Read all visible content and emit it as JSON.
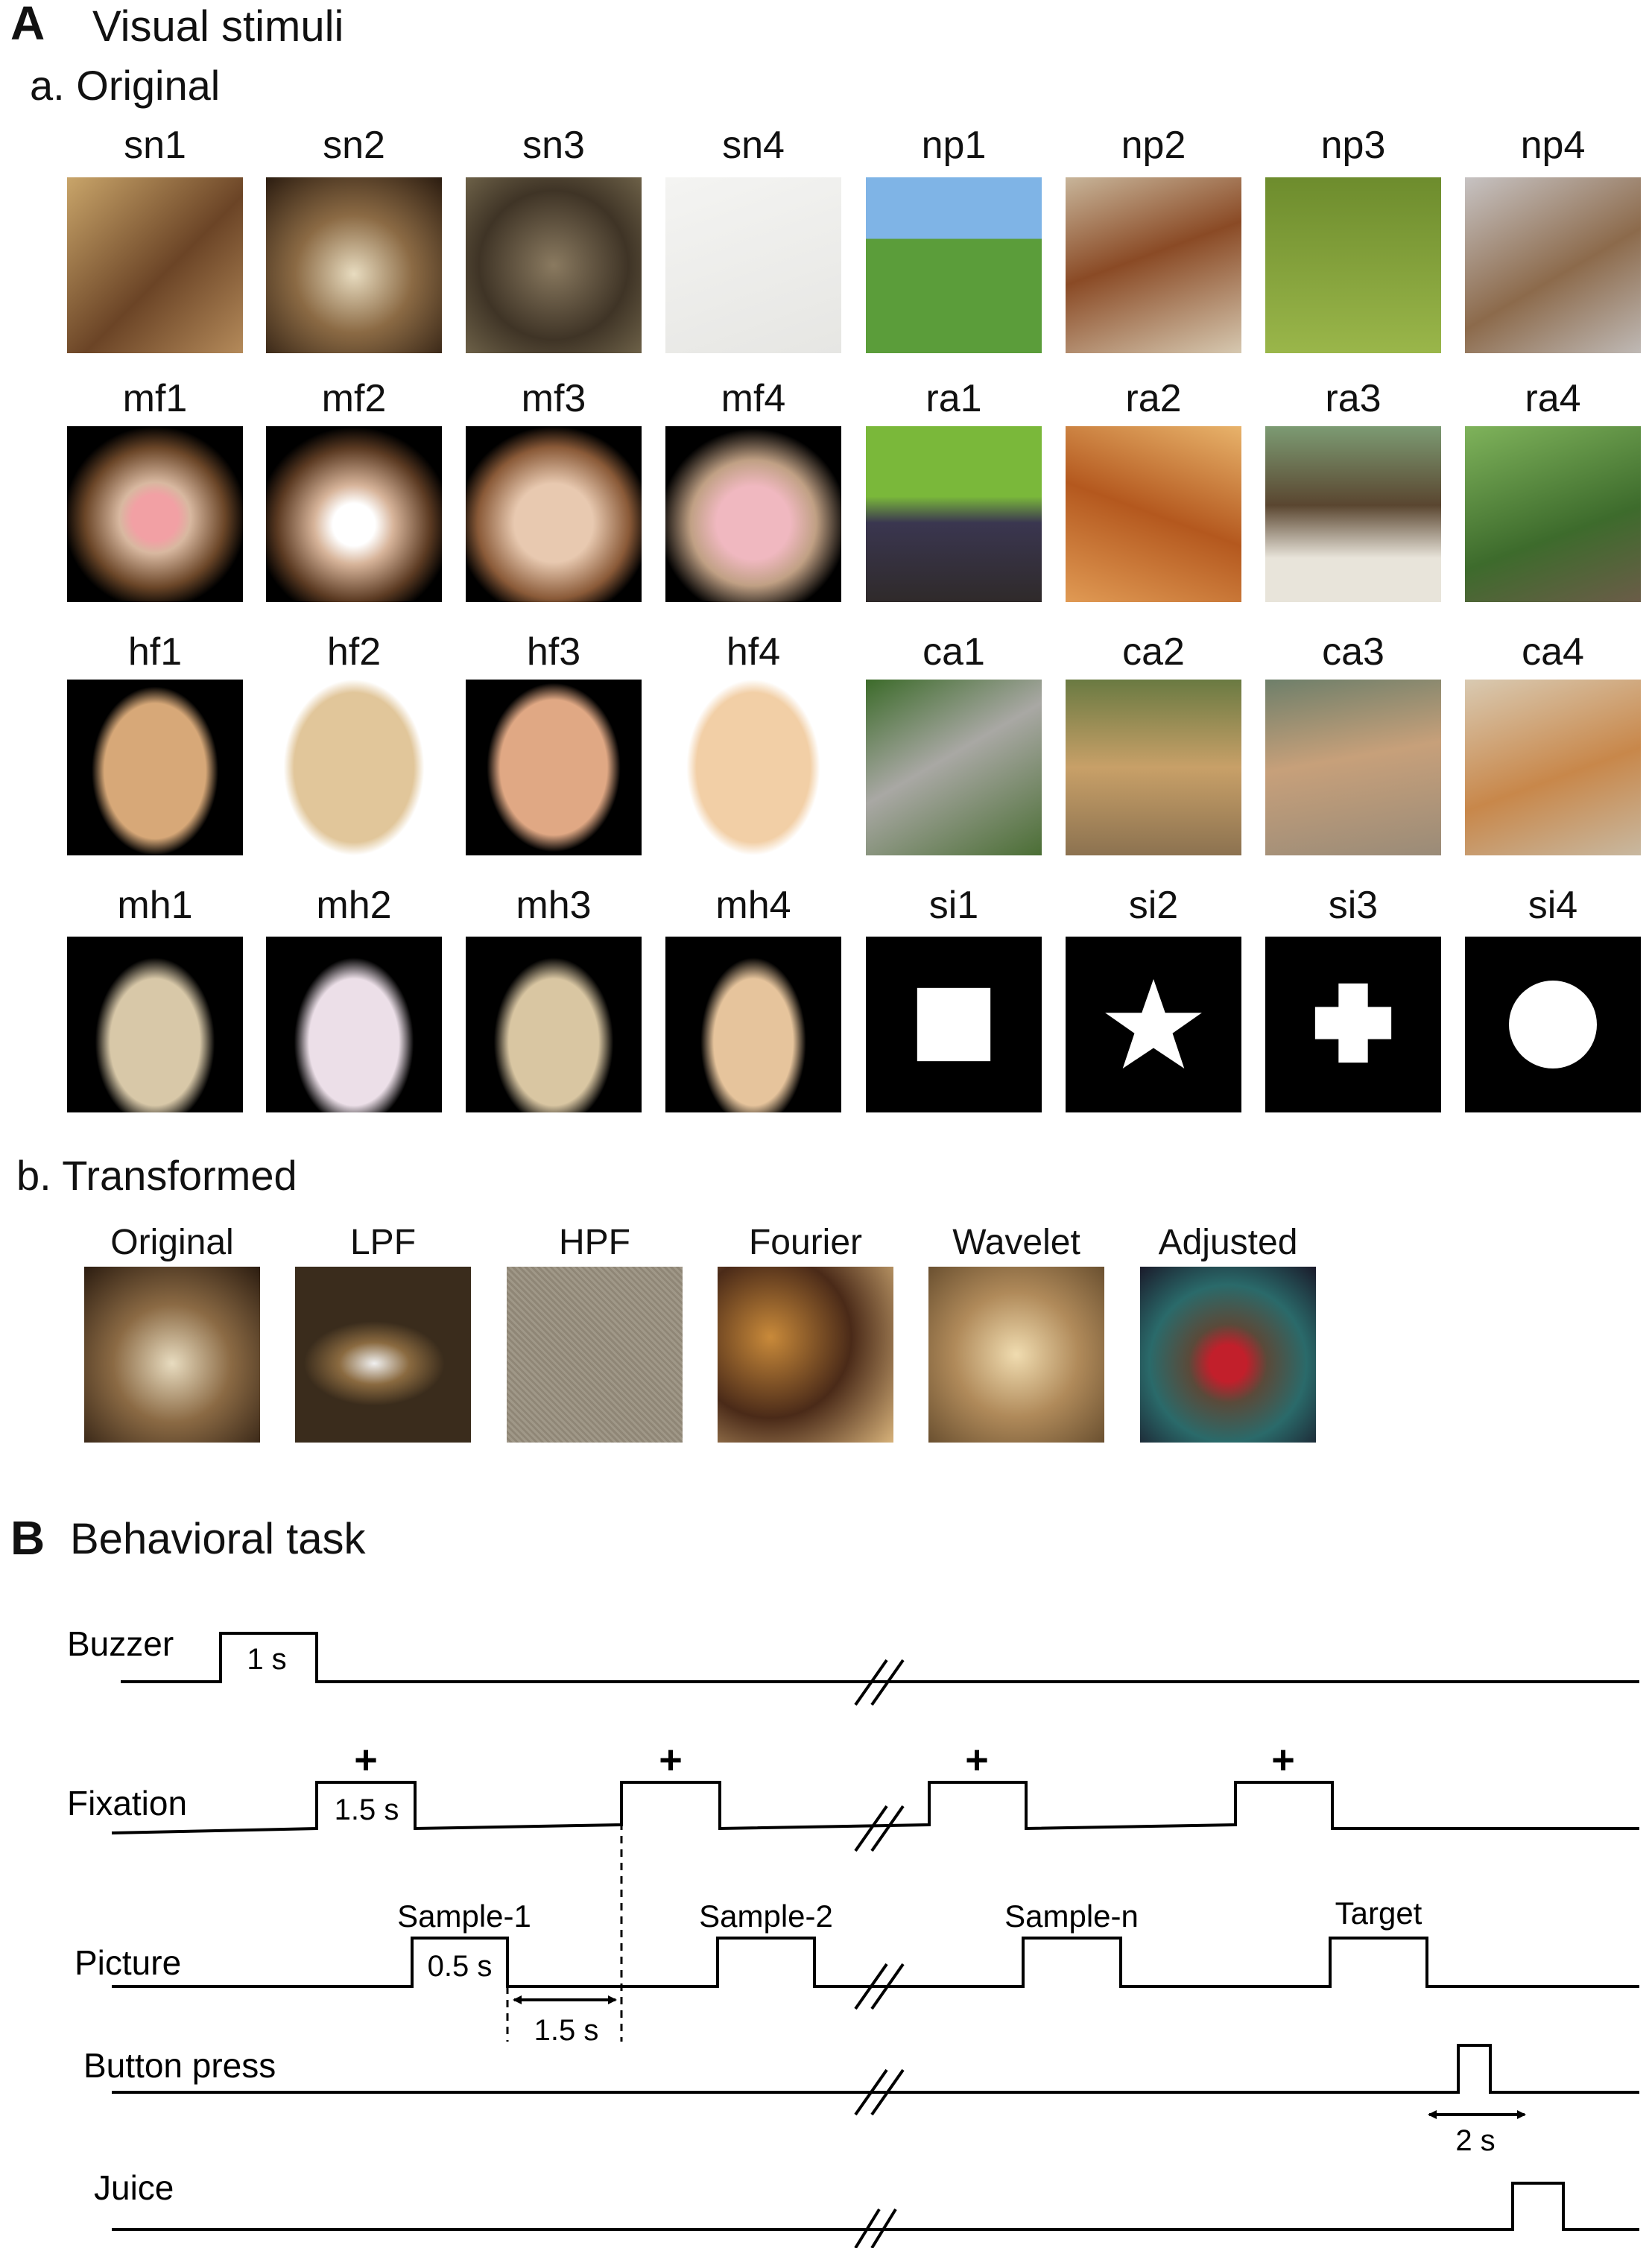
{
  "panel_a": {
    "letter": "A",
    "title": "Visual stimuli",
    "sub_a": "a. Original",
    "sub_b": "b. Transformed",
    "rows": [
      [
        "sn1",
        "sn2",
        "sn3",
        "sn4",
        "np1",
        "np2",
        "np3",
        "np4"
      ],
      [
        "mf1",
        "mf2",
        "mf3",
        "mf4",
        "ra1",
        "ra2",
        "ra3",
        "ra4"
      ],
      [
        "hf1",
        "hf2",
        "hf3",
        "hf4",
        "ca1",
        "ca2",
        "ca3",
        "ca4"
      ],
      [
        "mh1",
        "mh2",
        "mh3",
        "mh4",
        "si1",
        "si2",
        "si3",
        "si4"
      ]
    ],
    "transformed": [
      "Original",
      "LPF",
      "HPF",
      "Fourier",
      "Wavelet",
      "Adjusted"
    ]
  },
  "panel_b": {
    "letter": "B",
    "title": "Behavioral task",
    "rows": {
      "buzzer": "Buzzer",
      "fixation": "Fixation",
      "picture": "Picture",
      "button": "Button press",
      "juice": "Juice"
    },
    "durations": {
      "buzzer": "1 s",
      "fixation": "1.5 s",
      "sample": "0.5 s",
      "interval": "1.5 s",
      "response": "2 s"
    },
    "fix_symbol": "+",
    "events": {
      "sample1": "Sample-1",
      "sample2": "Sample-2",
      "samplen": "Sample-n",
      "target": "Target"
    }
  }
}
